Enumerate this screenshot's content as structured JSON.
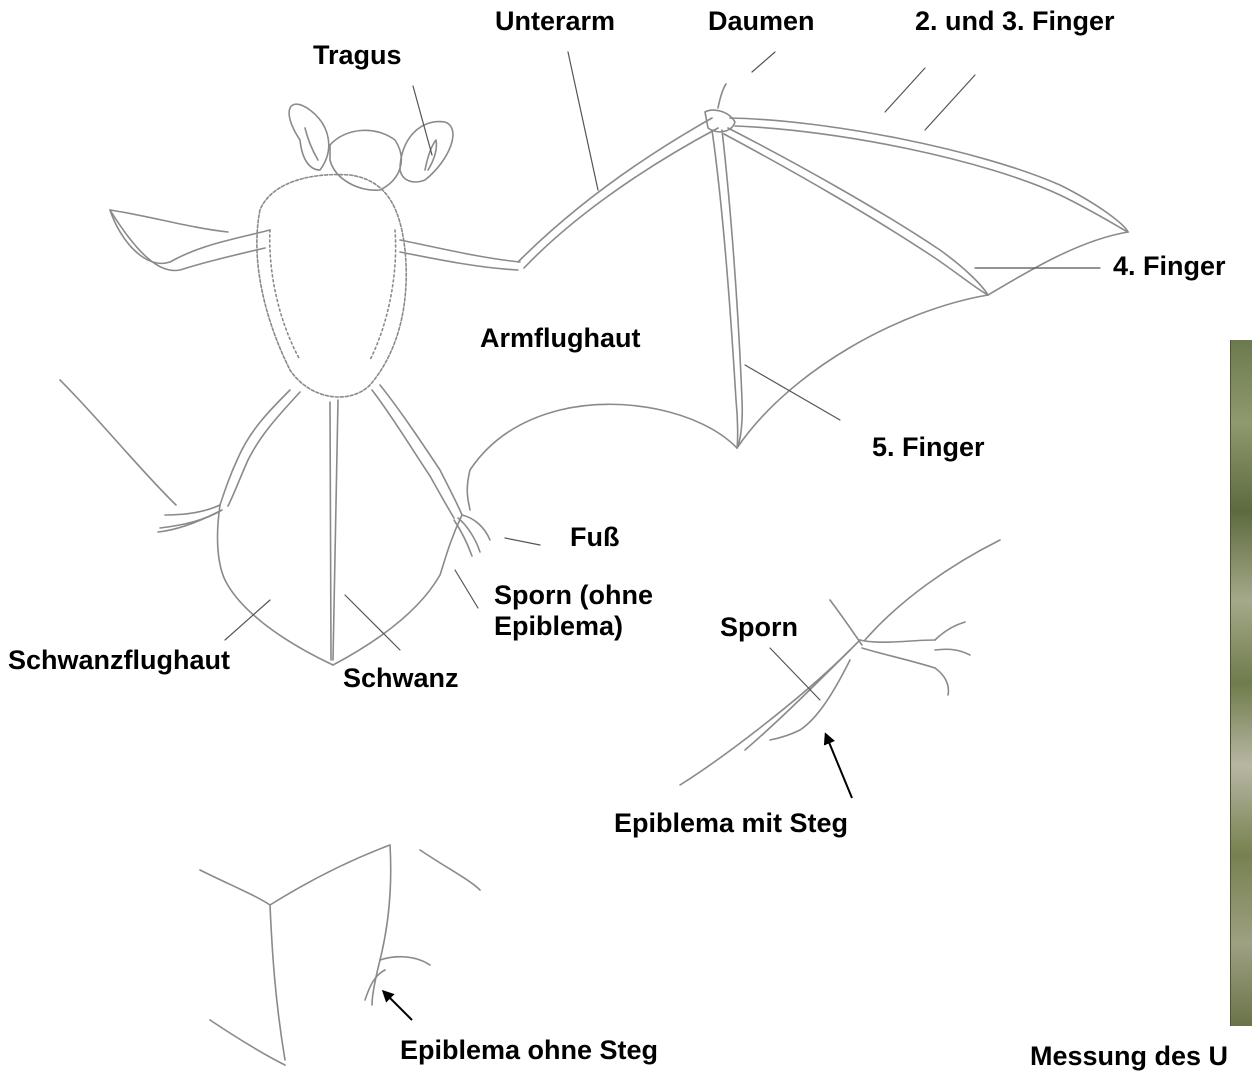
{
  "labels": {
    "tragus": "Tragus",
    "unterarm": "Unterarm",
    "daumen": "Daumen",
    "finger23": "2. und 3. Finger",
    "finger4": "4. Finger",
    "armflughaut": "Armflughaut",
    "finger5": "5. Finger",
    "fuss": "Fuß",
    "sporn_ohne_line1": "Sporn (ohne",
    "sporn_ohne_line2": "Epiblema)",
    "schwanzflughaut": "Schwanzflughaut",
    "schwanz": "Schwanz",
    "sporn": "Sporn",
    "epiblema_mit_steg": "Epiblema mit Steg",
    "epiblema_ohne_steg": "Epiblema ohne Steg",
    "messung": "Messung des U"
  },
  "colors": {
    "sketch": "#8a8a8a",
    "sketch_dark": "#5a5a5a",
    "leader": "#555555",
    "arrow": "#000000",
    "label": "#000000",
    "photo": "#6b7a4e"
  }
}
